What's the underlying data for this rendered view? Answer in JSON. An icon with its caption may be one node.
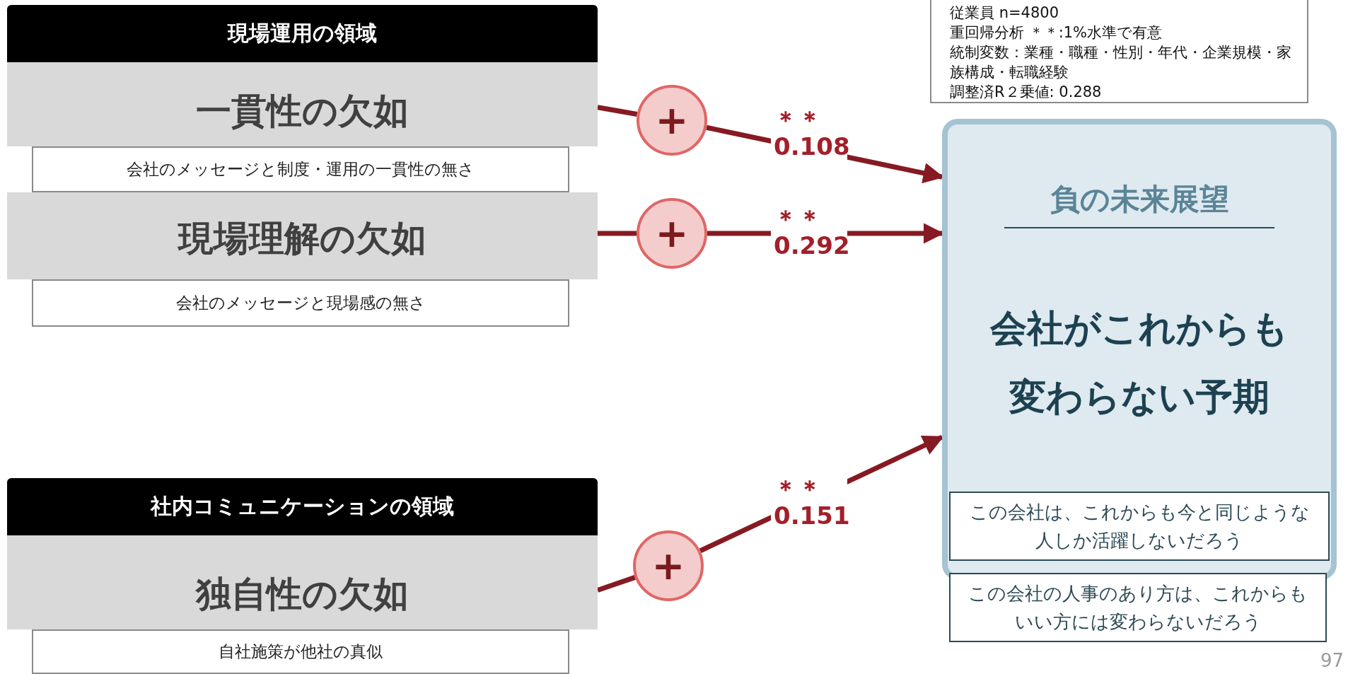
{
  "diagram": {
    "nodes": [
      {
        "text": [
          "現場運用の領域"
        ]
      },
      {
        "text": [
          "一貫性の欠如"
        ]
      },
      {
        "text": [
          "会社のメッセージと制度・運用の一貫性の無さ"
        ]
      },
      {
        "text": [
          "現場理解の欠如"
        ]
      },
      {
        "text": [
          "会社のメッセージと現場感の無さ"
        ]
      },
      {
        "text": [
          "社内コミュニケーションの領域"
        ]
      },
      {
        "text": [
          "独自性の欠如"
        ]
      },
      {
        "text": [
          "自社施策が他社の真似"
        ]
      },
      {
        "text": [
          "+"
        ]
      },
      {
        "text": [
          "+"
        ]
      },
      {
        "text": [
          "+"
        ]
      },
      {
        "text": [
          "負の未来展望",
          "会社がこれからも変わらない予期"
        ]
      },
      {
        "text": [
          "この会社は、これからも今と同じような人しか活躍しないだろう"
        ],
        "in": 11
      },
      {
        "text": [
          "この会社の人事のあり方は、これからもいい方には変わらないだろう"
        ]
      },
      {
        "text": [
          "従業員 n=4800",
          "重回帰分析 ＊＊:1%水準で有意",
          "統制変数：業種・職種・性別・年代・企業規模・家族構成・転職経験",
          "調整済R２乗値: 0.288"
        ]
      }
    ],
    "edges": [
      {
        "from": 1,
        "to": 8,
        "arrow": "none"
      },
      {
        "from": 8,
        "to": 11,
        "arrow": "to",
        "label": "＊＊ 0.108"
      },
      {
        "from": 3,
        "to": 9,
        "arrow": "none"
      },
      {
        "from": 9,
        "to": 11,
        "arrow": "to",
        "label": "＊＊ 0.292"
      },
      {
        "from": 6,
        "to": 10,
        "arrow": "none"
      },
      {
        "from": 10,
        "to": 11,
        "arrow": "to",
        "label": "＊＊ 0.151"
      }
    ],
    "labels": [
      "97"
    ]
  }
}
